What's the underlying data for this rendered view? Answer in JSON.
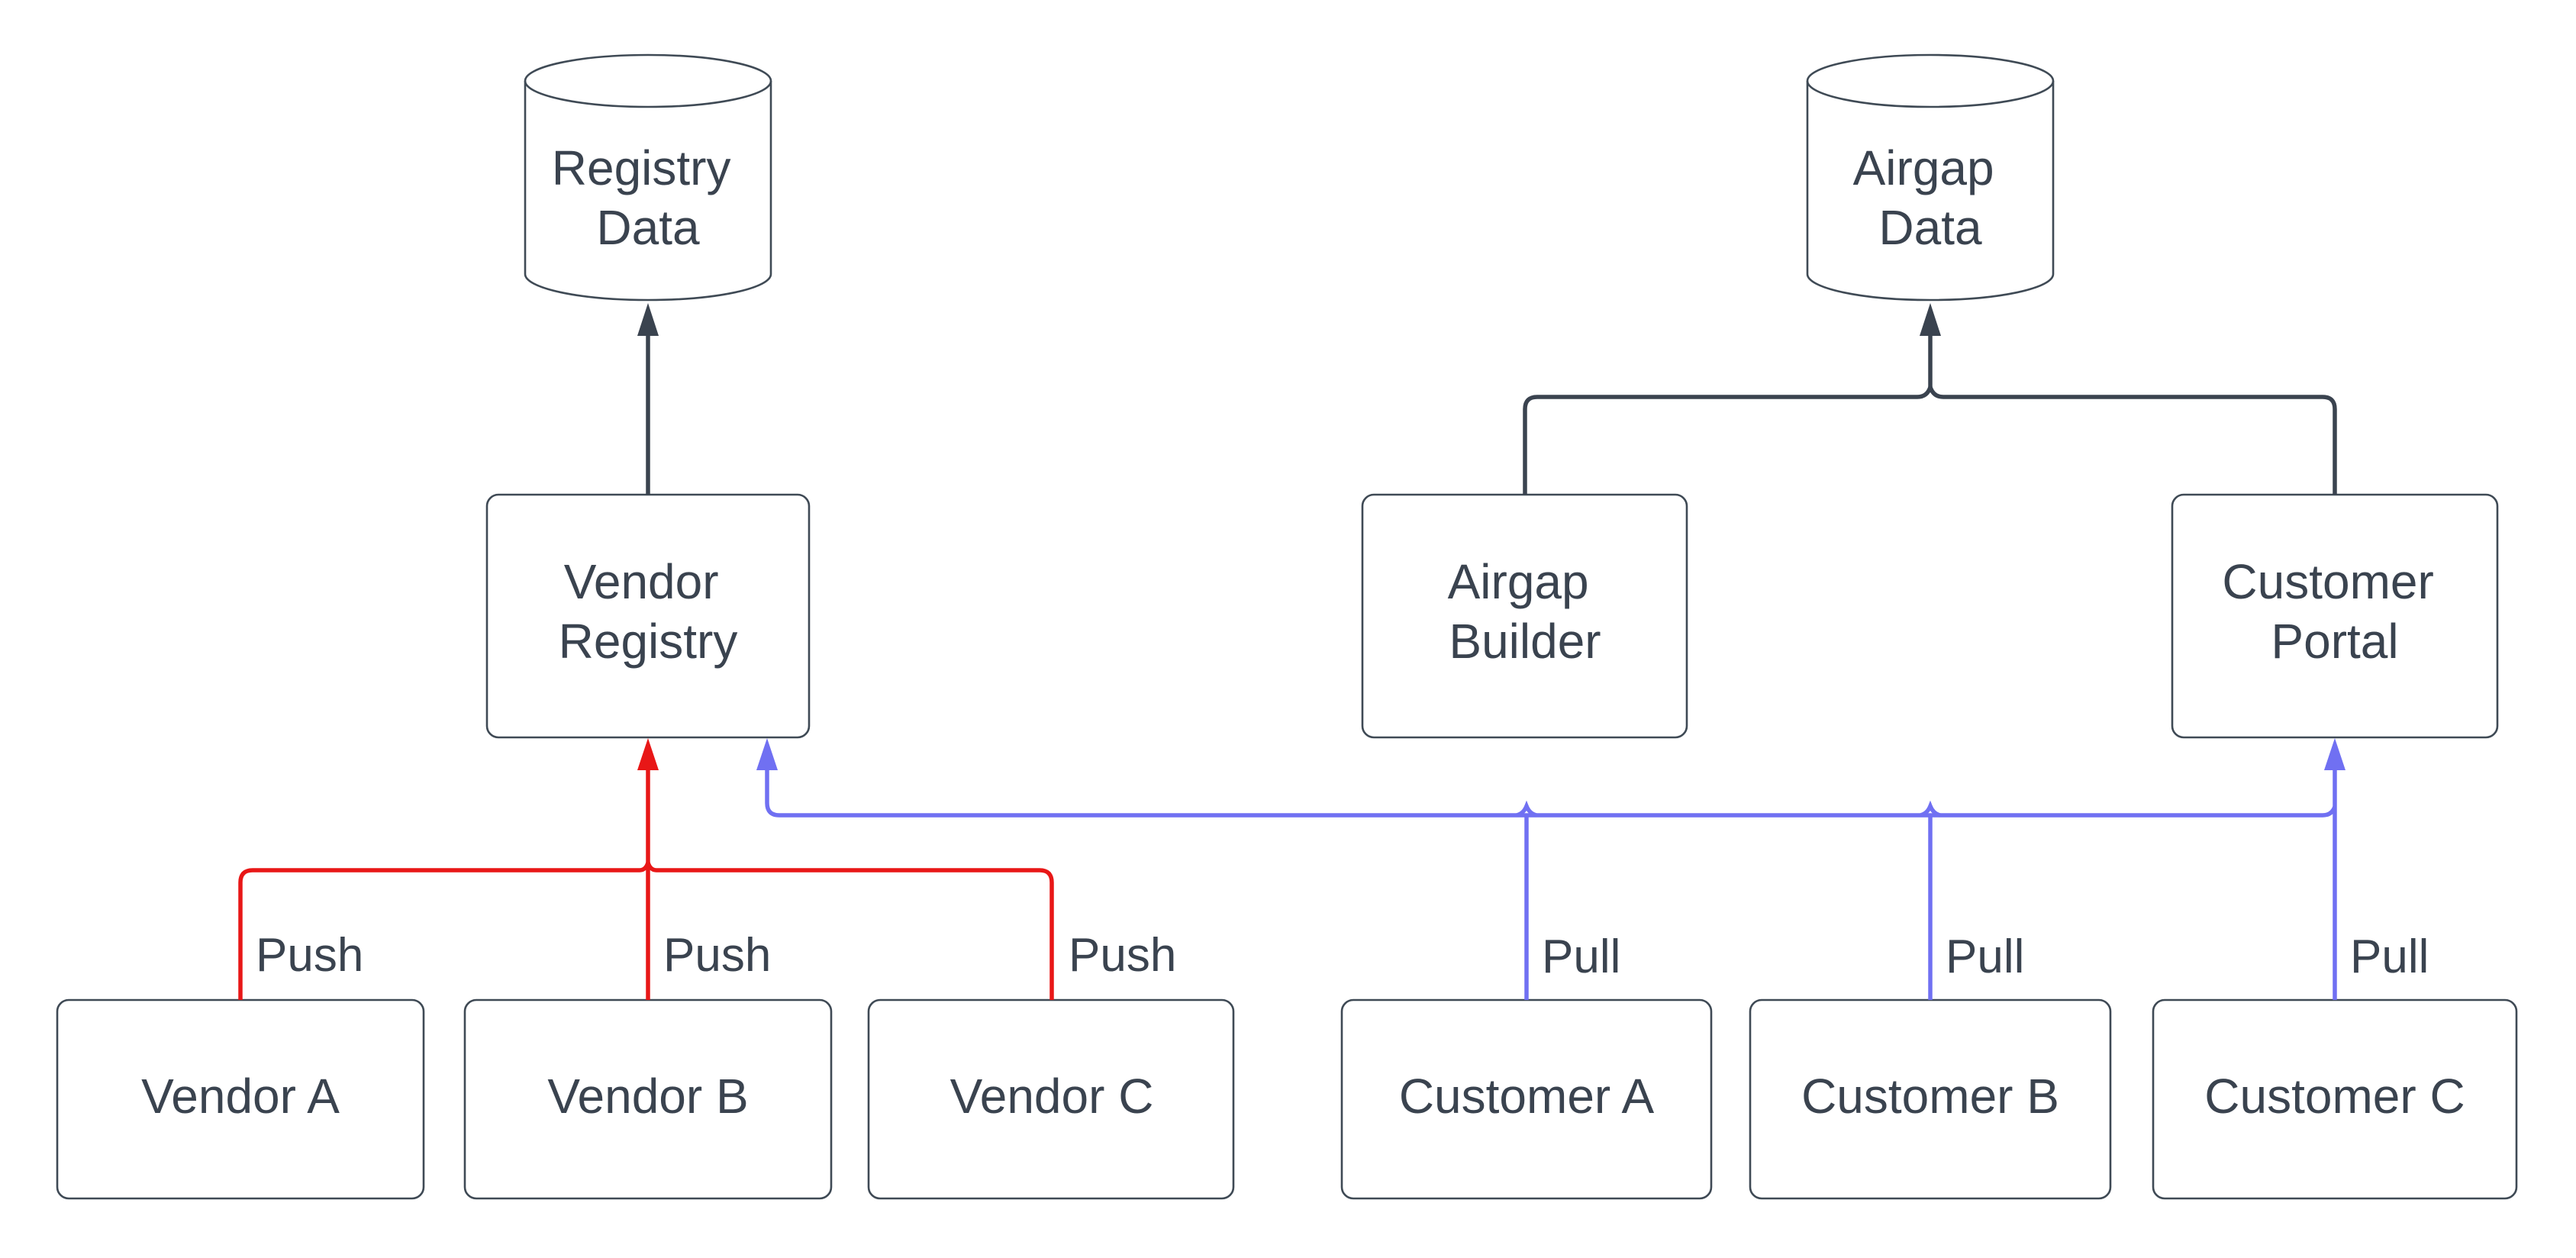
{
  "diagram": {
    "background": "#FFFFFF",
    "colors": {
      "connector_dark": "#3A434F",
      "push_red": "#E81717",
      "pull_blue": "#7070F2",
      "shape_border": "#3F4A55",
      "shape_fill": "#FFFFFF",
      "text": "#3A434F"
    },
    "nodes": {
      "registry_data": {
        "label": "Registry Data",
        "line1": "Registry",
        "line2": "Data",
        "shape": "cylinder"
      },
      "airgap_data": {
        "label": "Airgap Data",
        "line1": "Airgap",
        "line2": "Data",
        "shape": "cylinder"
      },
      "vendor_registry": {
        "label": "Vendor Registry",
        "line1": "Vendor",
        "line2": "Registry",
        "shape": "rounded-box"
      },
      "airgap_builder": {
        "label": "Airgap Builder",
        "line1": "Airgap",
        "line2": "Builder",
        "shape": "rounded-box"
      },
      "customer_portal": {
        "label": "Customer Portal",
        "line1": "Customer",
        "line2": "Portal",
        "shape": "rounded-box"
      },
      "vendor_a": {
        "label": "Vendor A",
        "shape": "rounded-box"
      },
      "vendor_b": {
        "label": "Vendor B",
        "shape": "rounded-box"
      },
      "vendor_c": {
        "label": "Vendor C",
        "shape": "rounded-box"
      },
      "customer_a": {
        "label": "Customer A",
        "shape": "rounded-box"
      },
      "customer_b": {
        "label": "Customer B",
        "shape": "rounded-box"
      },
      "customer_c": {
        "label": "Customer C",
        "shape": "rounded-box"
      }
    },
    "edges": [
      {
        "from": "Vendor Registry",
        "to": "Registry Data",
        "label": "",
        "color_key": "connector_dark"
      },
      {
        "from": "Airgap Builder",
        "to": "Airgap Data",
        "label": "",
        "color_key": "connector_dark"
      },
      {
        "from": "Customer Portal",
        "to": "Airgap Data",
        "label": "",
        "color_key": "connector_dark"
      },
      {
        "from": "Vendor A",
        "to": "Vendor Registry",
        "label": "Push",
        "color_key": "push_red"
      },
      {
        "from": "Vendor B",
        "to": "Vendor Registry",
        "label": "Push",
        "color_key": "push_red"
      },
      {
        "from": "Vendor C",
        "to": "Vendor Registry",
        "label": "Push",
        "color_key": "push_red"
      },
      {
        "from": "Customer A",
        "to": "Vendor Registry / Customer Portal",
        "label": "Pull",
        "color_key": "pull_blue"
      },
      {
        "from": "Customer B",
        "to": "Vendor Registry / Customer Portal",
        "label": "Pull",
        "color_key": "pull_blue"
      },
      {
        "from": "Customer C",
        "to": "Vendor Registry / Customer Portal",
        "label": "Pull",
        "color_key": "pull_blue"
      }
    ]
  }
}
